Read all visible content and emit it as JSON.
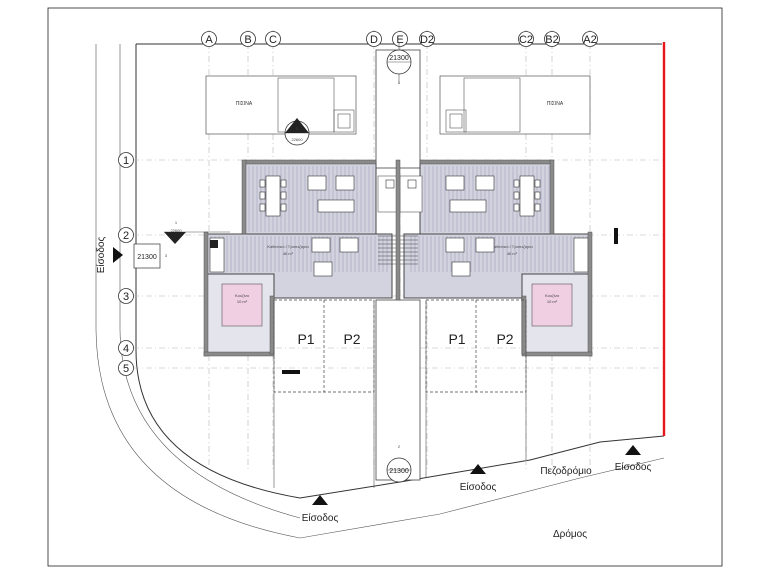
{
  "grid_columns": [
    "A",
    "B",
    "C",
    "D",
    "E",
    "D2",
    "C2",
    "B2",
    "A2"
  ],
  "grid_rows": [
    "1",
    "2",
    "3",
    "4",
    "5"
  ],
  "pools": [
    "ΠΙΣΙΝΑ",
    "ΠΙΣΙΝΑ"
  ],
  "living_rooms": [
    {
      "name": "Καθιστικό / Τραπεζαρία",
      "area": "48 m²"
    },
    {
      "name": "Καθιστικό / Τραπεζαρία",
      "area": "48 m²"
    }
  ],
  "kitchens": [
    {
      "name": "Κουζίνα",
      "area": "10 m²"
    },
    {
      "name": "Κουζίνα",
      "area": "10 m²"
    }
  ],
  "parking": [
    "P1",
    "P2",
    "P1",
    "P2"
  ],
  "section_marks": [
    {
      "number": "1",
      "ref": "21300"
    },
    {
      "number": "2",
      "ref": "21300"
    },
    {
      "number": "3",
      "ref": "21300"
    },
    {
      "number": "1",
      "ref": "22600"
    },
    {
      "number": "2",
      "ref": "22600"
    }
  ],
  "entrances": [
    "Είσοδος",
    "Είσοδος",
    "Είσοδος",
    "Είσοδος"
  ],
  "sidewalk_label": "Πεζοδρόμιο",
  "road_label": "Δρόμος",
  "boundary_color": "#e8141c"
}
